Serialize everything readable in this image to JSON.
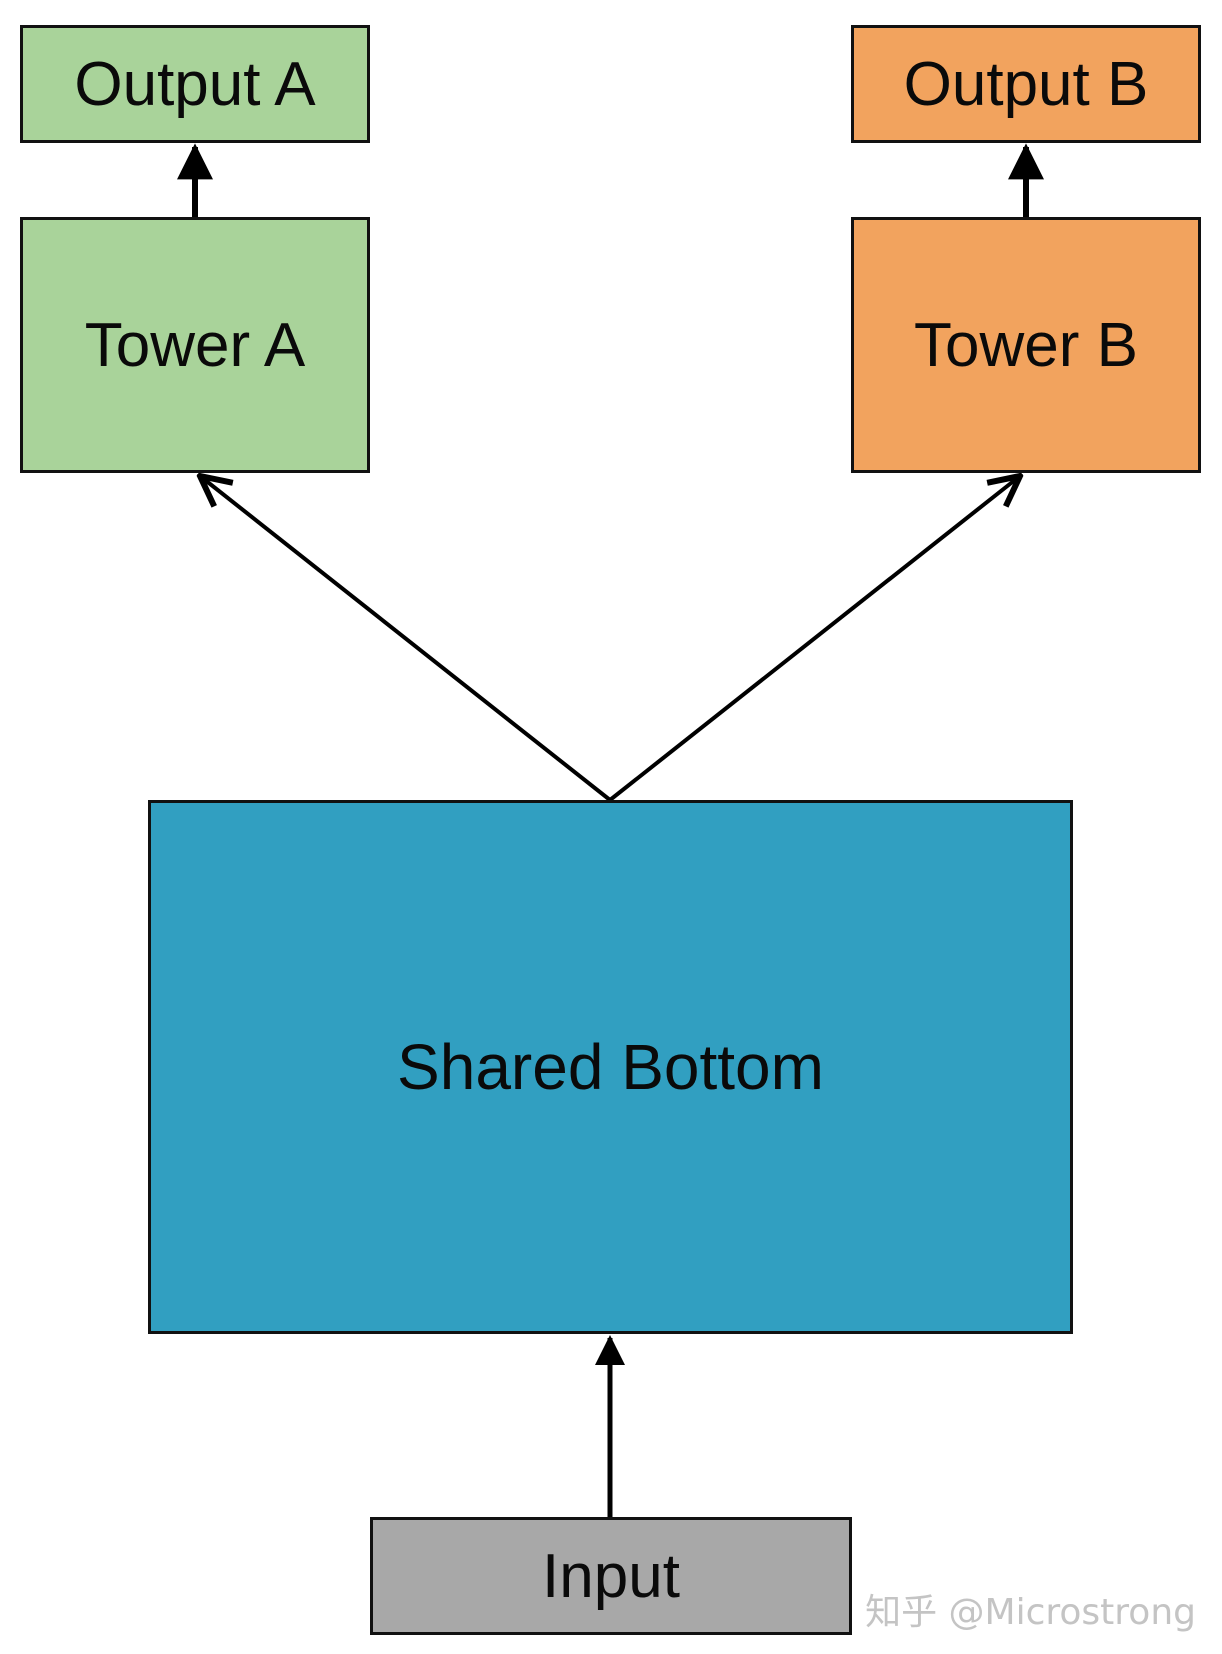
{
  "diagram": {
    "nodes": {
      "output_a": {
        "label": "Output A",
        "fill": "#a9d39a"
      },
      "tower_a": {
        "label": "Tower A",
        "fill": "#a9d39a"
      },
      "output_b": {
        "label": "Output B",
        "fill": "#f2a35e"
      },
      "tower_b": {
        "label": "Tower B",
        "fill": "#f2a35e"
      },
      "shared_bottom": {
        "label": "Shared Bottom",
        "fill": "#319fc1"
      },
      "input": {
        "label": "Input",
        "fill": "#a8a8a8"
      }
    },
    "edges": [
      {
        "from": "input",
        "to": "shared_bottom"
      },
      {
        "from": "shared_bottom",
        "to": "tower_a"
      },
      {
        "from": "shared_bottom",
        "to": "tower_b"
      },
      {
        "from": "tower_a",
        "to": "output_a"
      },
      {
        "from": "tower_b",
        "to": "output_b"
      }
    ]
  },
  "watermark": {
    "text": "知乎 @Microstrong"
  }
}
